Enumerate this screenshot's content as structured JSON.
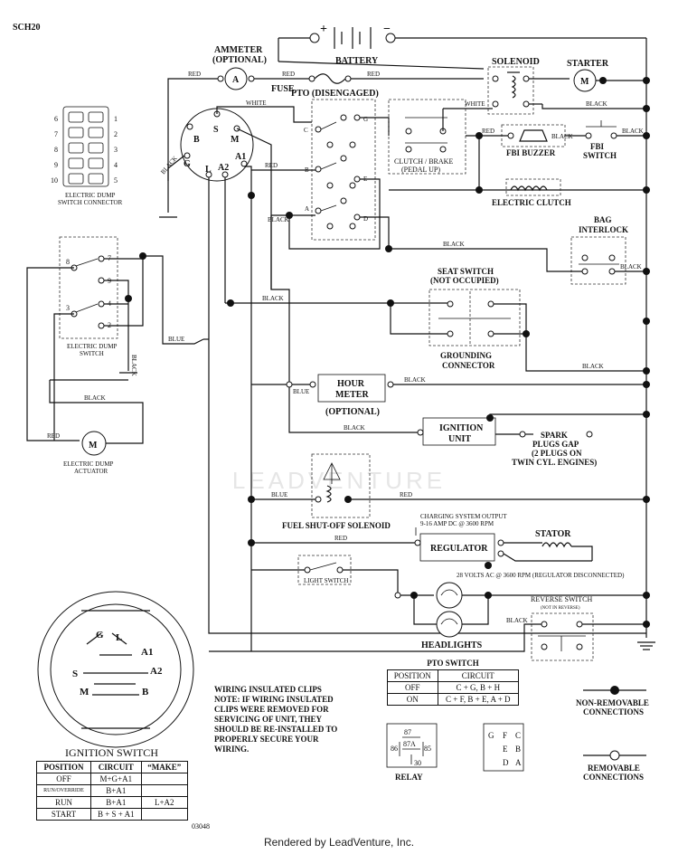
{
  "doc_code": "SCH20",
  "figure_code": "03048",
  "footer": "Rendered by LeadVenture, Inc.",
  "watermark": "LEADVENTURE",
  "labels": {
    "battery": "BATTERY",
    "battery_plus": "+",
    "battery_minus": "−",
    "ammeter": "AMMETER",
    "ammeter_opt": "(OPTIONAL)",
    "ammeter_sym": "A",
    "fuse": "FUSE",
    "solenoid": "SOLENOID",
    "starter": "STARTER",
    "motor_sym": "M",
    "pto": "PTO (DISENGAGED)",
    "clutch_brake": "CLUTCH / BRAKE",
    "pedal_up": "(PEDAL UP)",
    "fbi_buzzer": "FBI BUZZER",
    "fbi_switch_1": "FBI",
    "fbi_switch_2": "SWITCH",
    "electric_clutch": "ELECTRIC CLUTCH",
    "bag_interlock_1": "BAG",
    "bag_interlock_2": "INTERLOCK",
    "seat_switch_1": "SEAT SWITCH",
    "seat_switch_2": "(NOT OCCUPIED)",
    "grounding_1": "GROUNDING",
    "grounding_2": "CONNECTOR",
    "hour_meter_1": "HOUR",
    "hour_meter_2": "METER",
    "hour_meter_opt": "(OPTIONAL)",
    "ignition_unit_1": "IGNITION",
    "ignition_unit_2": "UNIT",
    "spark_1": "SPARK",
    "spark_2": "PLUGS GAP",
    "spark_3": "(2 PLUGS ON",
    "spark_4": "TWIN CYL. ENGINES)",
    "fuel_solenoid": "FUEL SHUT-OFF SOLENOID",
    "charging_1": "CHARGING SYSTEM OUTPUT",
    "charging_2": "9-16 AMP DC @ 3600 RPM",
    "regulator": "REGULATOR",
    "stator": "STATOR",
    "volts_ac": "28 VOLTS AC @ 3600 RPM (REGULATOR DISCONNECTED)",
    "light_switch": "LIGHT SWITCH",
    "headlights": "HEADLIGHTS",
    "reverse_switch": "REVERSE SWITCH",
    "not_in_reverse": "(NOT IN REVERSE)",
    "dump_connector_1": "ELECTRIC DUMP",
    "dump_connector_2": "SWITCH CONNECTOR",
    "dump_switch_1": "ELECTRIC DUMP",
    "dump_switch_2": "SWITCH",
    "dump_actuator_1": "ELECTRIC DUMP",
    "dump_actuator_2": "ACTUATOR",
    "ignition_switch": "IGNITION SWITCH",
    "relay": "RELAY",
    "non_removable_1": "NON-REMOVABLE",
    "non_removable_2": "CONNECTIONS",
    "removable_1": "REMOVABLE",
    "removable_2": "CONNECTIONS",
    "wiring_note": [
      "WIRING INSULATED CLIPS",
      "NOTE: IF WIRING INSULATED",
      "CLIPS WERE REMOVED FOR",
      "SERVICING OF UNIT, THEY",
      "SHOULD BE RE-INSTALLED TO",
      "PROPERLY SECURE YOUR",
      "WIRING."
    ]
  },
  "wire_colors": {
    "red": "RED",
    "black": "BLACK",
    "white": "WHITE",
    "blue": "BLUE"
  },
  "terminals": {
    "ign_switch": [
      "B",
      "S",
      "M",
      "G",
      "L",
      "A1",
      "A2"
    ],
    "pto": [
      "C",
      "G",
      "B",
      "E",
      "A",
      "D"
    ],
    "dump_switch": [
      "8",
      "7",
      "9",
      "3",
      "4",
      "2"
    ],
    "connector_left": [
      "6",
      "7",
      "8",
      "9",
      "10"
    ],
    "connector_right": [
      "1",
      "2",
      "3",
      "4",
      "5"
    ],
    "relay": [
      "87",
      "87A",
      "86",
      "85",
      "30"
    ],
    "relay_pins": [
      "G",
      "F",
      "C",
      "E",
      "B",
      "D",
      "A"
    ],
    "ign_face": [
      "G",
      "L",
      "A1",
      "S",
      "A2",
      "M",
      "B"
    ]
  },
  "pto_table": {
    "title": "PTO SWITCH",
    "headers": [
      "POSITION",
      "CIRCUIT"
    ],
    "rows": [
      [
        "OFF",
        "C + G, B + H"
      ],
      [
        "ON",
        "C + F, B + E, A + D"
      ]
    ]
  },
  "ign_table": {
    "headers": [
      "POSITION",
      "CIRCUIT",
      "“MAKE”"
    ],
    "rows": [
      [
        "OFF",
        "M+G+A1",
        ""
      ],
      [
        "RUN/OVERRIDE",
        "B+A1",
        ""
      ],
      [
        "RUN",
        "B+A1",
        "L+A2"
      ],
      [
        "START",
        "B + S + A1",
        ""
      ]
    ]
  }
}
